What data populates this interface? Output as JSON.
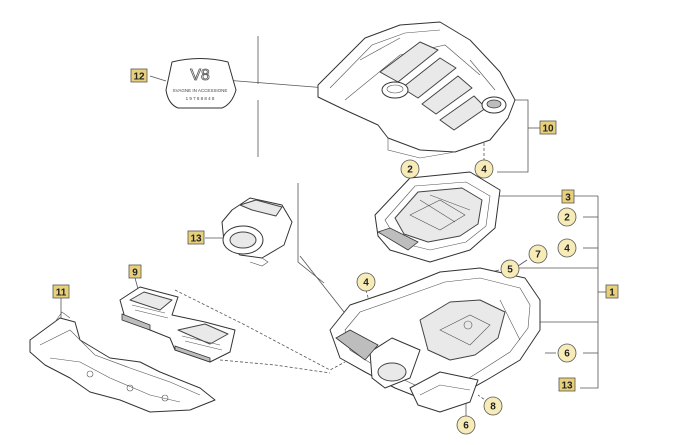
{
  "badge": {
    "emblem": "V8",
    "text_line1": "SVAGNE IN ACCESSIONE",
    "text_line2": "1 9 7 8 8 8 4 8"
  },
  "callouts": [
    {
      "id": "c1",
      "text": "1",
      "style": "square",
      "color": "#e8d07a"
    },
    {
      "id": "c2a",
      "text": "2",
      "style": "circle",
      "color": "#f7ecb8"
    },
    {
      "id": "c2b",
      "text": "2",
      "style": "circle",
      "color": "#f7ecb8"
    },
    {
      "id": "c3",
      "text": "3",
      "style": "square",
      "color": "#e8d07a",
      "text_color": "#e31b1b"
    },
    {
      "id": "c4a",
      "text": "4",
      "style": "circle",
      "color": "#f7ecb8"
    },
    {
      "id": "c4b",
      "text": "4",
      "style": "circle",
      "color": "#f7ecb8"
    },
    {
      "id": "c4c",
      "text": "4",
      "style": "circle",
      "color": "#f7ecb8"
    },
    {
      "id": "c5",
      "text": "5",
      "style": "circle",
      "color": "#f7ecb8"
    },
    {
      "id": "c6a",
      "text": "6",
      "style": "circle",
      "color": "#f7ecb8"
    },
    {
      "id": "c6b",
      "text": "6",
      "style": "circle",
      "color": "#f7ecb8"
    },
    {
      "id": "c7",
      "text": "7",
      "style": "circle",
      "color": "#f7ecb8"
    },
    {
      "id": "c8",
      "text": "8",
      "style": "circle",
      "color": "#f7ecb8"
    },
    {
      "id": "c9",
      "text": "9",
      "style": "square",
      "color": "#e8d07a"
    },
    {
      "id": "c10",
      "text": "10",
      "style": "square",
      "color": "#e8d07a"
    },
    {
      "id": "c11",
      "text": "11",
      "style": "square",
      "color": "#e8d07a"
    },
    {
      "id": "c12",
      "text": "12",
      "style": "square",
      "color": "#e8d07a"
    },
    {
      "id": "c13a",
      "text": "13",
      "style": "square",
      "color": "#e8d07a"
    },
    {
      "id": "c13b",
      "text": "13",
      "style": "square",
      "color": "#e8d07a"
    }
  ]
}
